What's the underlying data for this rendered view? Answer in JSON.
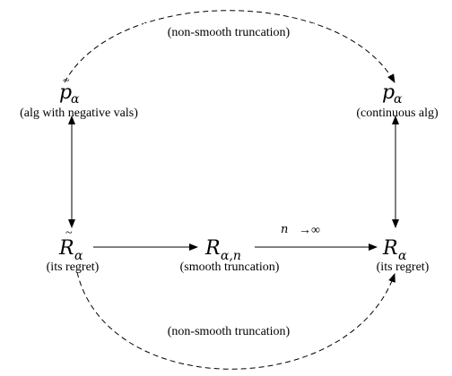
{
  "nodes": {
    "p_tilde": {
      "symbol": "p",
      "subscript": "α",
      "accent": "~",
      "caption": "(alg with negative vals)"
    },
    "p": {
      "symbol": "p",
      "subscript": "α",
      "accent": "",
      "caption": "(continuous alg)"
    },
    "R_tilde": {
      "symbol": "R",
      "subscript": "α",
      "accent": "~",
      "caption": "(its regret)"
    },
    "R_n": {
      "symbol": "R",
      "subscript": "α,n",
      "accent": "",
      "caption": "(smooth truncation)"
    },
    "R": {
      "symbol": "R",
      "subscript": "α",
      "accent": "",
      "caption": "(its regret)"
    }
  },
  "edges": {
    "top_arc_label": "(non-smooth truncation)",
    "bottom_arc_label": "(non-smooth truncation)",
    "limit_n": "n",
    "limit_arrow": "→",
    "limit_inf": "∞"
  }
}
